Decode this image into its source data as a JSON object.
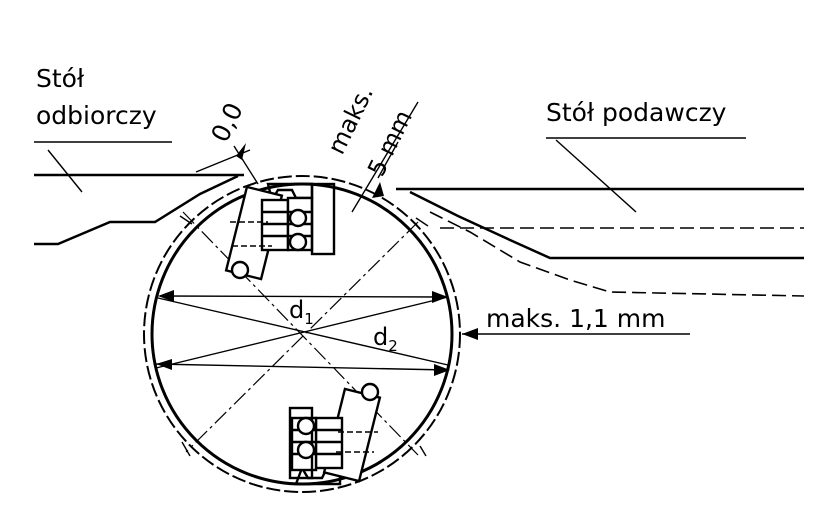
{
  "labels": {
    "outfeed_table_line1": "Stół",
    "outfeed_table_line2": "odbiorczy",
    "infeed_table": "Stół podawczy",
    "gap_value": "0,0",
    "max_height_line1": "maks.",
    "max_height_line2": "5 mm",
    "max_protrusion": "maks. 1,1 mm",
    "d1_base": "d",
    "d1_sub": "1",
    "d2_base": "d",
    "d2_sub": "2"
  },
  "colors": {
    "line": "#000000",
    "background": "#ffffff"
  }
}
